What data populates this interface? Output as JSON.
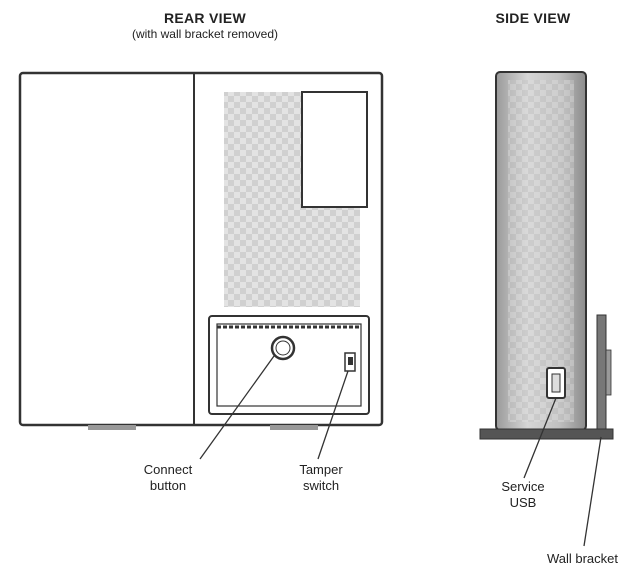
{
  "rear_view": {
    "title": "REAR VIEW",
    "subtitle": "(with wall bracket removed)",
    "callouts": {
      "connect_button": [
        "Connect",
        "button"
      ],
      "tamper_switch": [
        "Tamper",
        "switch"
      ]
    }
  },
  "side_view": {
    "title": "SIDE VIEW",
    "callouts": {
      "service_usb": [
        "Service",
        "USB"
      ],
      "wall_bracket": "Wall bracket"
    }
  },
  "colors": {
    "line": "#333333",
    "hatch": "#cfcfcf",
    "hatch_dark": "#b8b8b8",
    "base": "#555555"
  }
}
